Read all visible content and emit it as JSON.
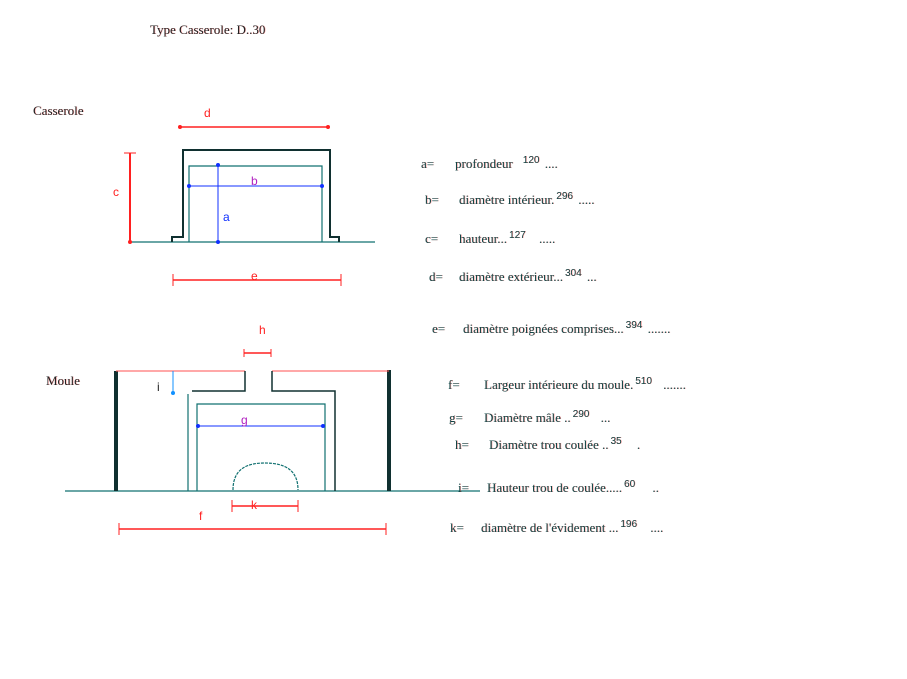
{
  "title": "Type Casserole:  D..30",
  "sections": {
    "casserole": "Casserole",
    "moule": "Moule"
  },
  "diagram_labels": {
    "a": "a",
    "b": "b",
    "c": "c",
    "d": "d",
    "e": "e",
    "f": "f",
    "g": "g",
    "h": "h",
    "i": "i",
    "k": "k"
  },
  "dimensions": [
    {
      "key": "a=",
      "label": "profondeur",
      "value": "120",
      "trail": "...."
    },
    {
      "key": "b=",
      "label": "diamètre intérieur.",
      "value": "296",
      "trail": "....."
    },
    {
      "key": "c=",
      "label": "hauteur...",
      "value": "127",
      "trail": "....."
    },
    {
      "key": "d=",
      "label": "diamètre extérieur...",
      "value": "304",
      "trail": "..."
    },
    {
      "key": "e=",
      "label": "diamètre poignées comprises...",
      "value": "394",
      "trail": "......."
    },
    {
      "key": "f=",
      "label": "Largeur intérieure du moule.",
      "value": "510",
      "trail": "......."
    },
    {
      "key": "g=",
      "label": "Diamètre mâle  ..",
      "value": "290",
      "trail": "..."
    },
    {
      "key": "h=",
      "label": "Diamètre trou coulée ..",
      "value": "35",
      "trail": "."
    },
    {
      "key": "i=",
      "label": "Hauteur trou de coulée.....",
      "value": "60",
      "trail": ".."
    },
    {
      "key": "k=",
      "label": "diamètre de l'évidement  ...",
      "value": "196",
      "trail": "...."
    }
  ],
  "colors": {
    "dim": "#ff2020",
    "blue": "#1030ff",
    "teal": "#107070",
    "dark": "#103030",
    "magenta": "#b020c0"
  }
}
